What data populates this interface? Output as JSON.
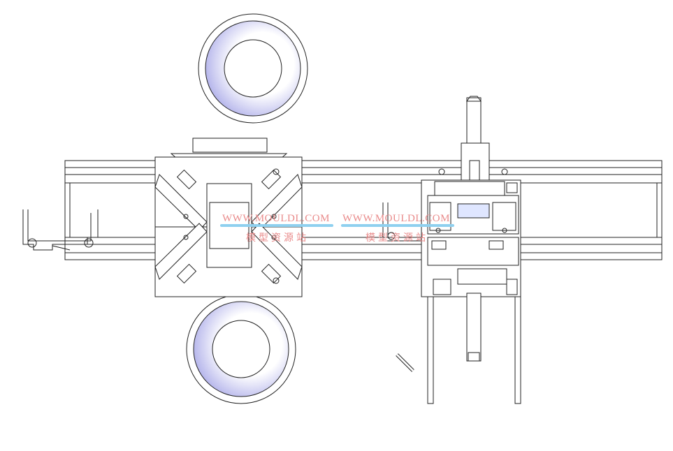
{
  "watermarks": [
    {
      "url": "WWW.MOULDL.COM",
      "cn": "模型资源站"
    },
    {
      "url": "WWW.MOULDL.COM",
      "cn": "模型资源站"
    }
  ],
  "colors": {
    "line": "#222222",
    "ring_fill": "#c9c9f0",
    "watermark": "#e98b8b",
    "watermark_bar": "#8fd0ef"
  }
}
